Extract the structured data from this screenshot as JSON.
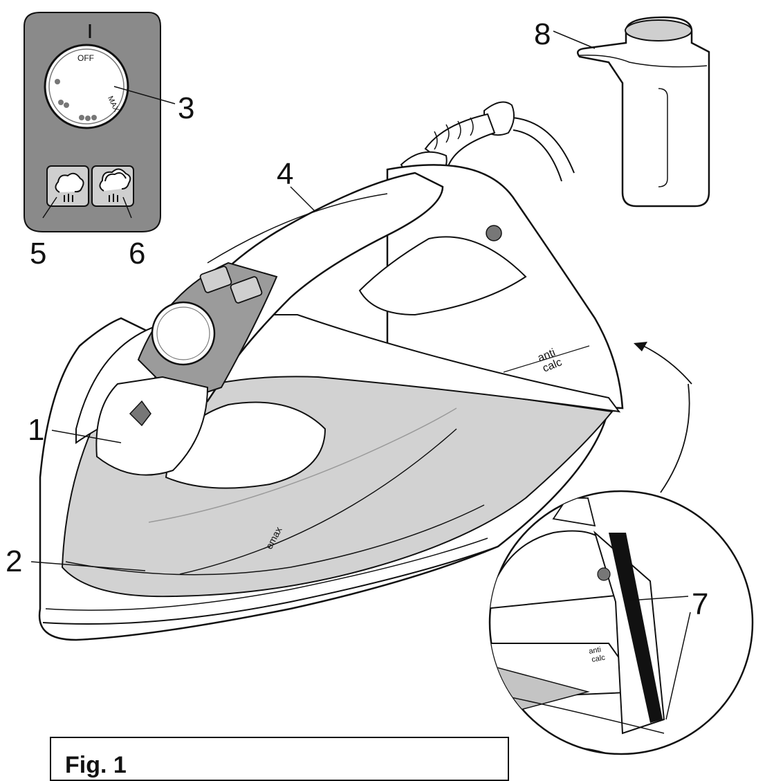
{
  "diagram": {
    "callouts": [
      {
        "id": "1",
        "text": "1"
      },
      {
        "id": "2",
        "text": "2"
      },
      {
        "id": "3",
        "text": "3"
      },
      {
        "id": "4",
        "text": "4"
      },
      {
        "id": "5",
        "text": "5"
      },
      {
        "id": "6",
        "text": "6"
      },
      {
        "id": "7",
        "text": "7"
      },
      {
        "id": "8",
        "text": "8"
      }
    ],
    "dial_labels": {
      "off": "OFF",
      "max": "MAX"
    },
    "brand_text": {
      "line1": "anti",
      "line2": "calc"
    },
    "soleplate_text": "emax",
    "caption": "Fig. 1",
    "colors": {
      "ink": "#111111",
      "panel_gray": "#8a8a8a",
      "body_light": "#e4e4e4",
      "body_mid": "#c9c9c9",
      "white": "#ffffff"
    }
  }
}
